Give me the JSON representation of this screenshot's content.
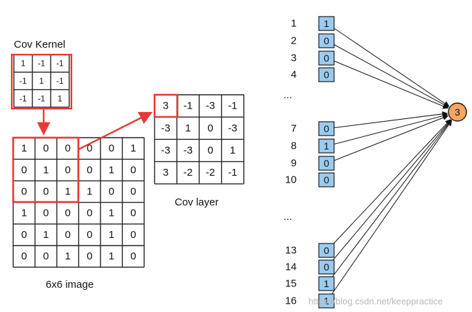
{
  "labels": {
    "kernel_title": "Cov Kernel",
    "image_caption": "6x6 image",
    "layer_caption": "Cov layer",
    "ellipsis_1": "...",
    "ellipsis_2": "...",
    "watermark": "https://blog.csdn.net/keeppractice"
  },
  "kernel": [
    [
      1,
      -1,
      -1
    ],
    [
      -1,
      1,
      -1
    ],
    [
      -1,
      -1,
      1
    ]
  ],
  "image": [
    [
      1,
      0,
      0,
      0,
      0,
      1
    ],
    [
      0,
      1,
      0,
      0,
      1,
      0
    ],
    [
      0,
      0,
      1,
      1,
      0,
      0
    ],
    [
      1,
      0,
      0,
      0,
      1,
      0
    ],
    [
      0,
      1,
      0,
      0,
      1,
      0
    ],
    [
      0,
      0,
      1,
      0,
      1,
      0
    ]
  ],
  "cov_layer": [
    [
      3,
      -1,
      -3,
      -1
    ],
    [
      -3,
      1,
      0,
      -3
    ],
    [
      -3,
      -3,
      0,
      1
    ],
    [
      3,
      -2,
      -2,
      -1
    ]
  ],
  "nodes": [
    {
      "index": "1",
      "value": "1"
    },
    {
      "index": "2",
      "value": "0"
    },
    {
      "index": "3",
      "value": "0"
    },
    {
      "index": "4",
      "value": "0"
    },
    {
      "index": "7",
      "value": "0"
    },
    {
      "index": "8",
      "value": "1"
    },
    {
      "index": "9",
      "value": "0"
    },
    {
      "index": "10",
      "value": "0"
    },
    {
      "index": "13",
      "value": "0"
    },
    {
      "index": "14",
      "value": "0"
    },
    {
      "index": "15",
      "value": "1"
    },
    {
      "index": "16",
      "value": "1"
    }
  ],
  "output": {
    "value": "3"
  },
  "colors": {
    "highlight": "#e53935",
    "node_fill": "#9ccbee",
    "output_fill": "#f7a560"
  }
}
